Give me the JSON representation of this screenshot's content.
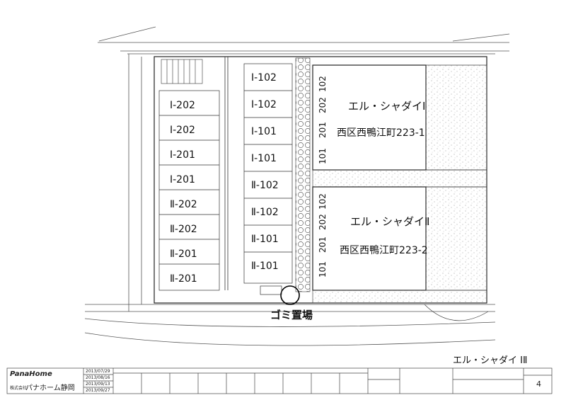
{
  "buildings": [
    {
      "name": "エル・シャダイⅠ",
      "address": "西区西鴨江町223-1"
    },
    {
      "name": "エル・シャダイⅡ",
      "address": "西区西鴨江町223-2"
    }
  ],
  "unit_numbers": {
    "building_1": [
      "101",
      "201",
      "202",
      "102"
    ],
    "building_2": [
      "101",
      "201",
      "202",
      "102"
    ]
  },
  "parking_left": [
    "Ⅰ-202",
    "Ⅰ-202",
    "Ⅰ-201",
    "Ⅰ-201",
    "Ⅱ-202",
    "Ⅱ-202",
    "Ⅱ-201",
    "Ⅱ-201"
  ],
  "parking_right": [
    "Ⅰ-102",
    "Ⅰ-102",
    "Ⅰ-101",
    "Ⅰ-101",
    "Ⅱ-102",
    "Ⅱ-102",
    "Ⅱ-101",
    "Ⅱ-101"
  ],
  "garbage_label": "ゴミ置場",
  "title_handwritten": "エル・シャダイ ⅠⅡ",
  "title_block": {
    "brand_en": "PanaHome",
    "brand_jp": "パナホーム静岡",
    "brand_prefix": "株式会社",
    "dates": [
      "2013/07/29",
      "2013/08/16",
      "2013/09/13",
      "2013/09/27"
    ],
    "sheet_number": "4"
  }
}
